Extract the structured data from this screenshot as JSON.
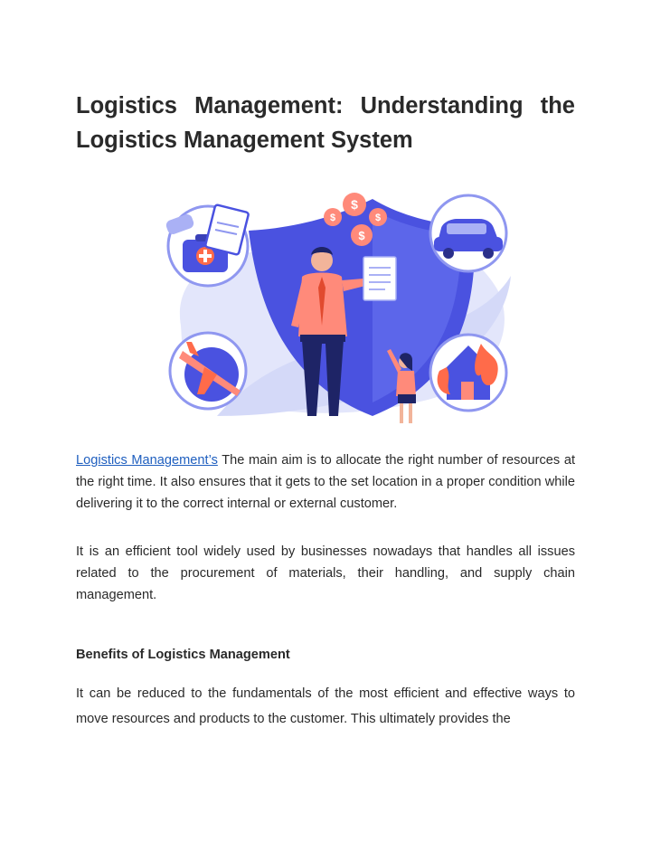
{
  "title": {
    "line1_words": [
      "Logistics",
      "Management:",
      "Understanding",
      "the"
    ],
    "line2": "Logistics Management System"
  },
  "illustration": {
    "colors": {
      "shield": "#4a52e0",
      "shield_light": "#6f7bf0",
      "backdrop": "#e3e6fb",
      "accent": "#ff6b4a",
      "coin": "#ff8a7a"
    },
    "icons": [
      "medical-kit-icon",
      "clipboard-icon",
      "dollar-coin-icon",
      "car-icon",
      "airplane-icon",
      "house-fire-icon",
      "document-icon"
    ]
  },
  "content": {
    "p1_link": "Logistics Management’s",
    "p1_rest": " The main aim is to allocate the right number of resources at the right time. It also ensures that it gets to the set location in a proper condition while delivering it to the correct internal or external customer.",
    "p2": "It is an efficient tool widely used by businesses nowadays that handles all issues related to the procurement of materials, their handling, and supply chain management.",
    "benefits_heading": "Benefits of Logistics Management",
    "p3": "It can be reduced to the fundamentals of the most efficient and effective ways to move resources and products to the customer. This ultimately provides the"
  }
}
